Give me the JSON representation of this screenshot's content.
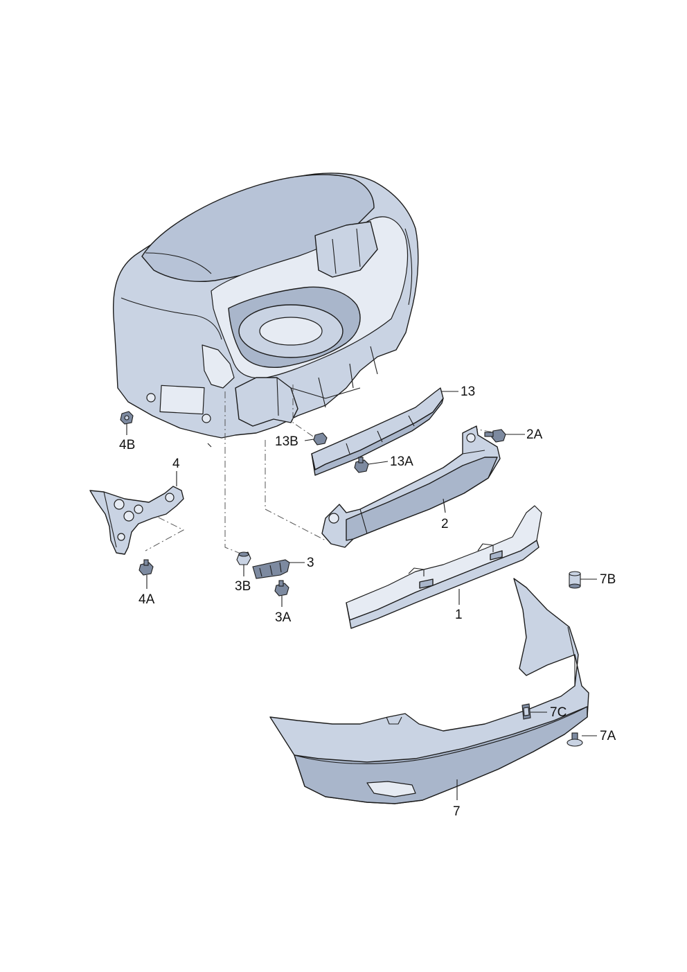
{
  "callouts": {
    "c13": "13",
    "c13B": "13B",
    "c13A": "13A",
    "c2A": "2A",
    "c2": "2",
    "c4B": "4B",
    "c4": "4",
    "c4A": "4A",
    "c3": "3",
    "c3B": "3B",
    "c3A": "3A",
    "c1": "1",
    "c7B": "7B",
    "c7A": "7A",
    "c7C": "7C",
    "c7": "7"
  },
  "colors": {
    "part_fill": "#c9d3e3",
    "part_shadow": "#a9b6cb",
    "outline": "#1c1c1c",
    "background": "#ffffff"
  }
}
